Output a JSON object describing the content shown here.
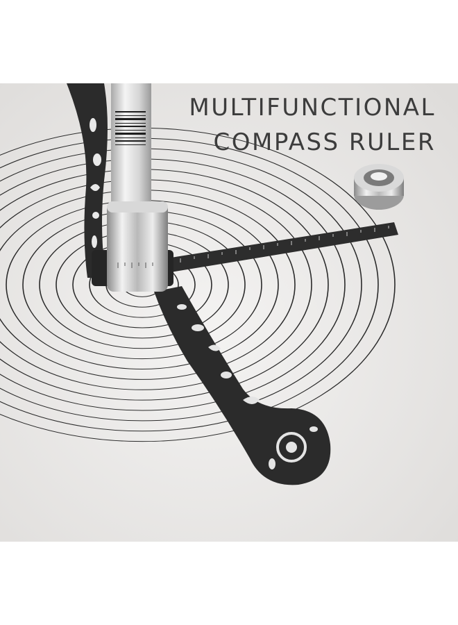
{
  "headline": {
    "line1": "MULTIFUNCTIONAL",
    "line2": "COMPASS RULER"
  },
  "product_photo": {
    "subject": "compass-ruler-with-pen-drawing-concentric-circles",
    "colors": {
      "background": "#ecebe9",
      "paper": "#efeeed",
      "circle_lines": "#2a2a2a",
      "tool_metal": "#2b2b2b",
      "chrome": "#c8c8c8",
      "headline_text": "#3c3c3c"
    }
  }
}
